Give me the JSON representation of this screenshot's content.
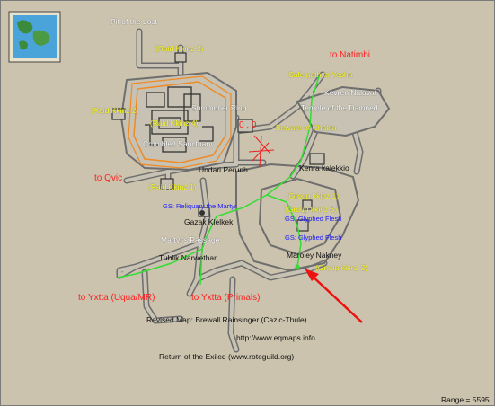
{
  "map": {
    "labels": {
      "pit_of_the_lost": "Pit of the Lost",
      "raid_kkinz_3": "(Raid Kkinz 3)",
      "to_natimbi": "to Natimbi",
      "safe_path_to_ykesha": "Safe path to Yesha",
      "kevren_nalavat": "Kevren Nalavat",
      "raid_kkinz_2": "(Raid Kkinz 2)",
      "summoner_ring": "Summoner Ring",
      "temple_of_the_damned": "Temple of the Damned",
      "raid_kkinz_4": "(Raid Kkinz 4)",
      "zero_zero": "0 , 0",
      "beware_of_chakta": "Beware of Chakta",
      "crumbled_sanctuary": "Crumbled Sanctuary",
      "undari_perunh": "Undari Perunh",
      "kenra_kalekkio": "Kenra kalekkio",
      "to_qvic": "to Qvic",
      "raid_kkinz_1": "(Raid Kkinz 1)",
      "group_kkinz_1": "(Group kkinz 1)",
      "group_kkinz_3": "(Group kkinz 3)",
      "gs_reliquary": "GS: Reliquary the Martyr",
      "gs_glyphed_flesh_1": "GS: Glyphed Flesh",
      "gs_glyphed_flesh_2": "GS: Glyphed Flesh",
      "gazak_klelkek": "Gazak Klelkek",
      "martyrs_passage": "Martyr's Passage",
      "tublik_narwethar": "Tublik Narwethar",
      "maroley_nakney": "Maroley Nakney",
      "group_kkinz_2": "(Group kkinz 2)",
      "to_yxtta_uqua": "to Yxtta (Uqua/MR)",
      "to_yxtta_primals": "to Yxtta (Primals)",
      "revised_map": "Revised Map: Brewall Rainsinger (Cazic-Thule)",
      "url_eqmaps": "http://www.eqmaps.info",
      "return_of_the_exiled": "Return of the Exiled (www.roteguild.org)",
      "range": "Range = 5595"
    },
    "colors": {
      "background": "#cbc3ad",
      "walls": "#6e6e6e",
      "corridor_fill": "#c7c2b3",
      "path_green": "#33dd33",
      "arrow_red": "#ee1111",
      "orange_ring": "#f08a24"
    },
    "icons": [
      "world-minimap-icon",
      "red-arrow-icon"
    ]
  }
}
